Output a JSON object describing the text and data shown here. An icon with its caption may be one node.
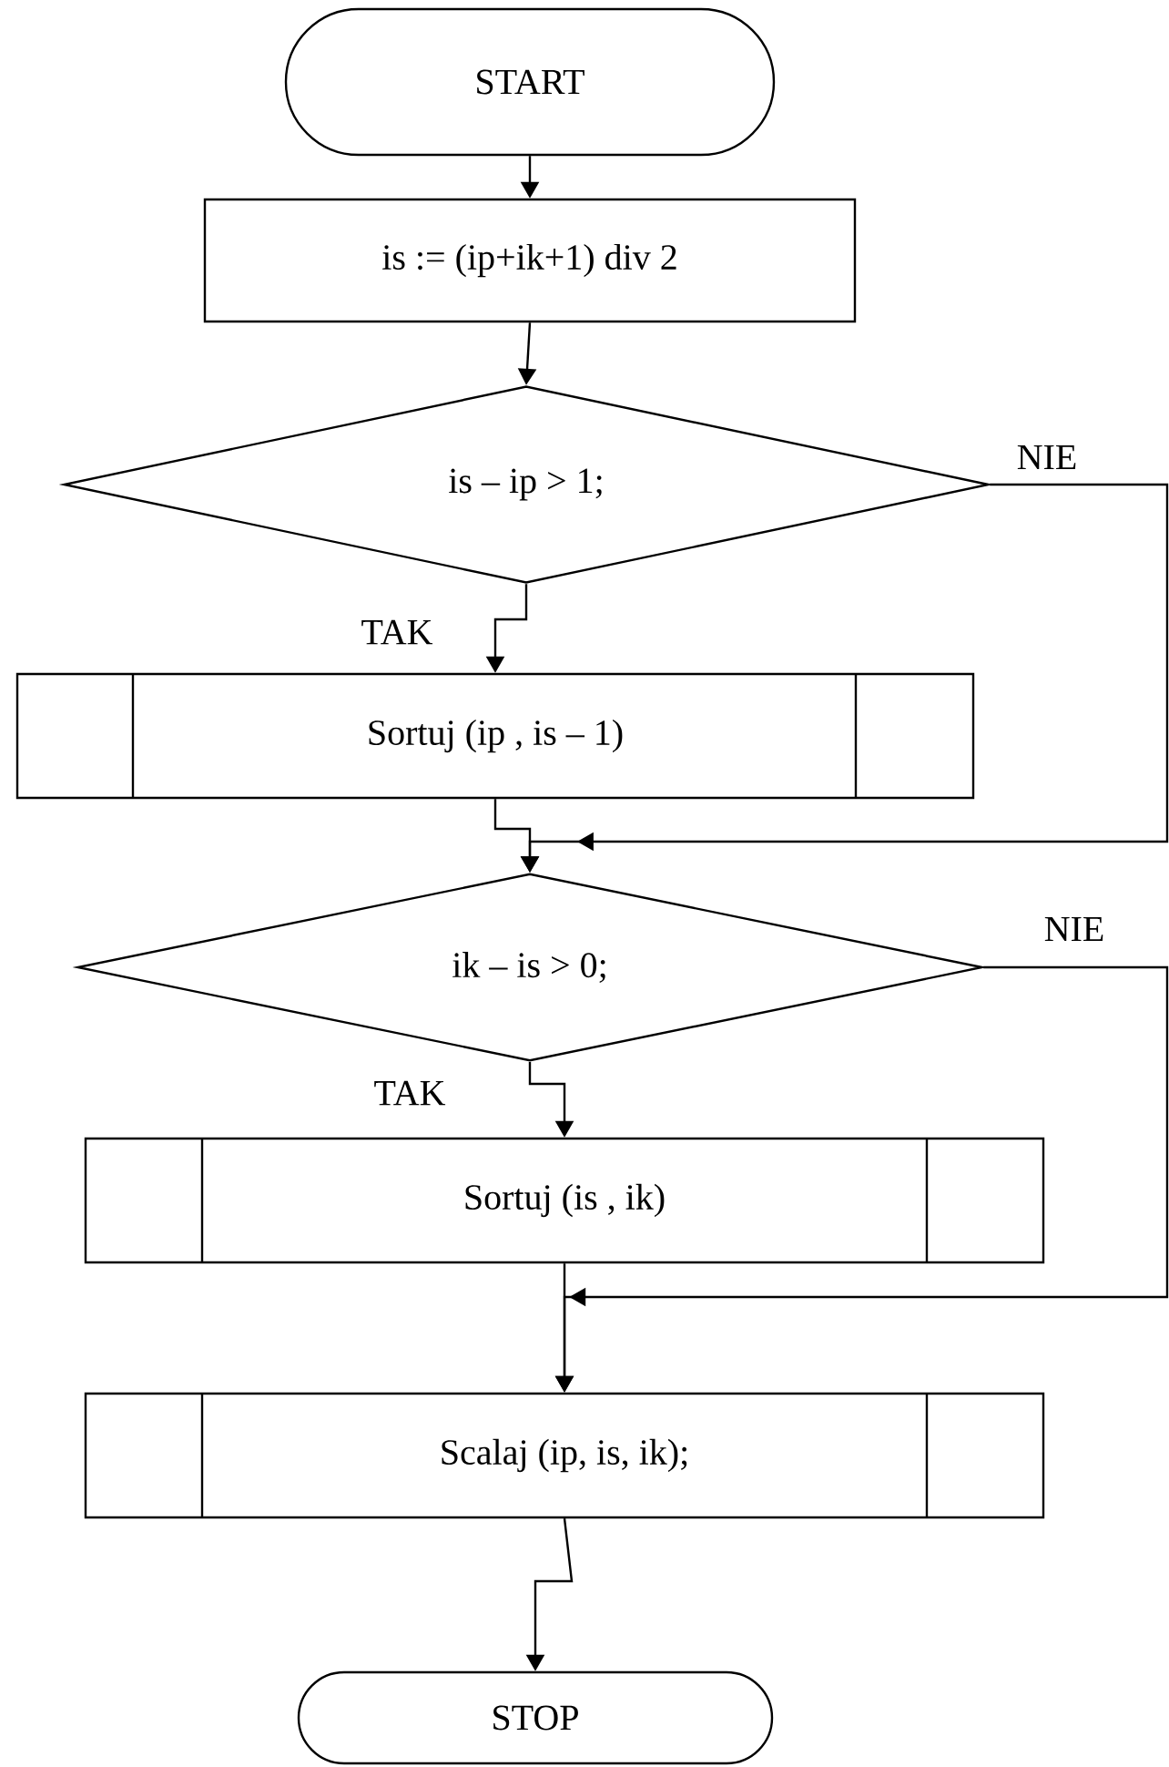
{
  "diagram": {
    "nodes": [
      {
        "text": [
          "START"
        ]
      },
      {
        "text": [
          "is := (ip+ik+1) div 2"
        ]
      },
      {
        "text": [
          "is – ip > 1;"
        ]
      },
      {
        "text": [
          "Sortuj (ip , is – 1)"
        ]
      },
      {
        "text": [
          "ik – is > 0;"
        ]
      },
      {
        "text": [
          "Sortuj (is , ik)"
        ]
      },
      {
        "text": [
          "Scalaj (ip, is, ik);"
        ]
      },
      {
        "text": [
          "STOP"
        ]
      }
    ],
    "edges": [
      {
        "from": 0,
        "to": 1,
        "arrow": "to"
      },
      {
        "from": 1,
        "to": 2,
        "arrow": "to"
      },
      {
        "from": 2,
        "to": 3,
        "arrow": "to",
        "label": "TAK"
      },
      {
        "from": 3,
        "to": 4,
        "arrow": "to"
      },
      {
        "from": 2,
        "to": 4,
        "arrow": "to",
        "label": "NIE"
      },
      {
        "from": 4,
        "to": 5,
        "arrow": "to",
        "label": "TAK"
      },
      {
        "from": 5,
        "to": 6,
        "arrow": "to"
      },
      {
        "from": 4,
        "to": 6,
        "arrow": "to",
        "label": "NIE"
      },
      {
        "from": 6,
        "to": 7,
        "arrow": "to"
      }
    ]
  }
}
